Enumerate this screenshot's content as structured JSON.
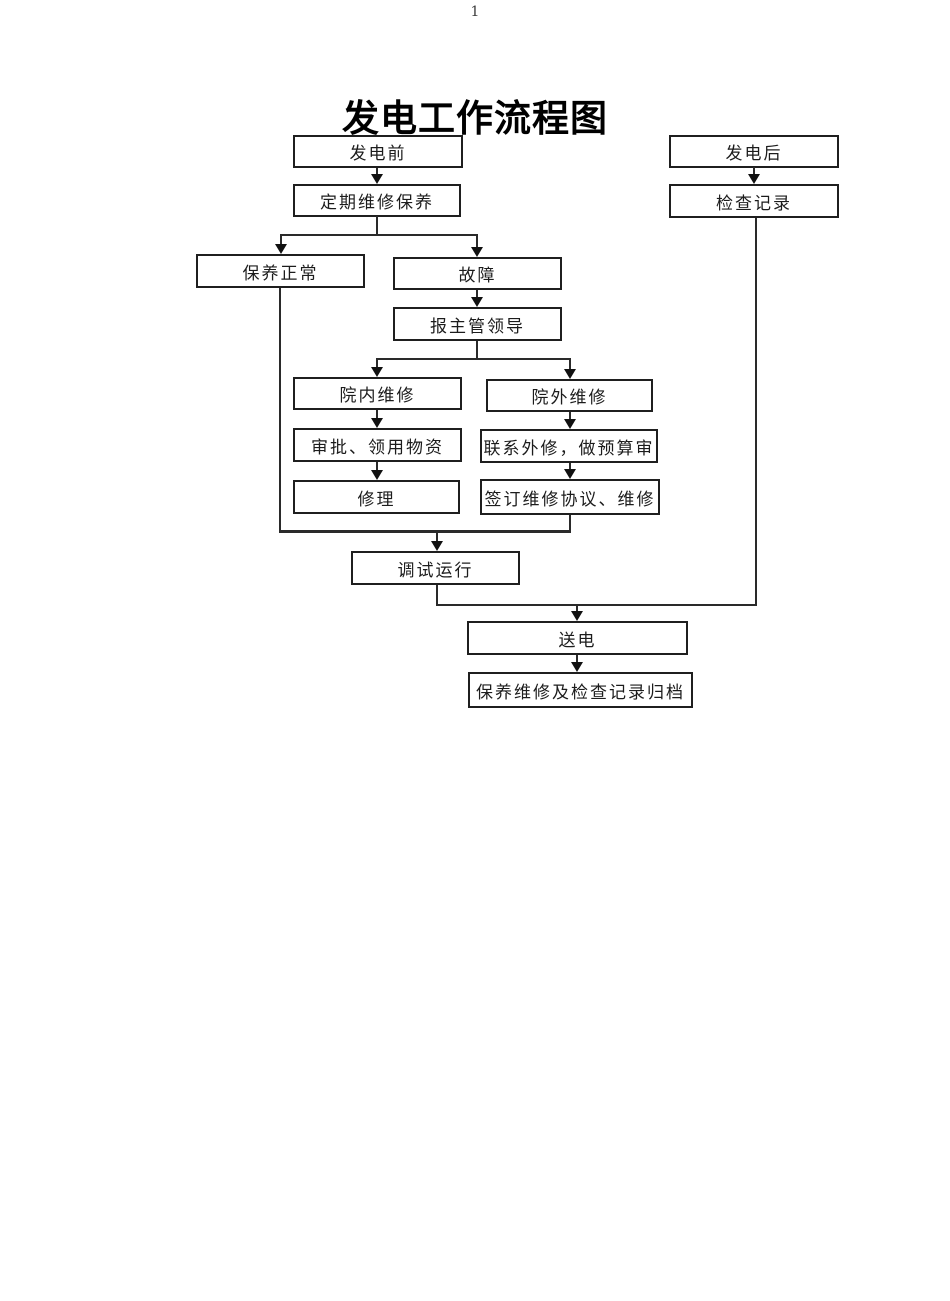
{
  "page": {
    "number": "1"
  },
  "title": "发电工作流程图",
  "flowchart": {
    "line_color": "#2a2a2a",
    "nodes": {
      "before_power": {
        "label": "发电前"
      },
      "after_power": {
        "label": "发电后"
      },
      "regular_maintenance": {
        "label": "定期维修保养"
      },
      "inspection_record": {
        "label": "检查记录"
      },
      "maintenance_normal": {
        "label": "保养正常"
      },
      "fault": {
        "label": "故障"
      },
      "report_supervisor": {
        "label": "报主管领导"
      },
      "internal_repair": {
        "label": "院内维修"
      },
      "external_repair": {
        "label": "院外维修"
      },
      "approval_materials": {
        "label": "审批、领用物资"
      },
      "contact_external_repair": {
        "label": "联系外修，做预算审"
      },
      "repair": {
        "label": "修理"
      },
      "sign_agreement": {
        "label": "签订维修协议、维修"
      },
      "test_run": {
        "label": "调试运行"
      },
      "power_on": {
        "label": "送电"
      },
      "archive": {
        "label": "保养维修及检查记录归档"
      }
    }
  }
}
